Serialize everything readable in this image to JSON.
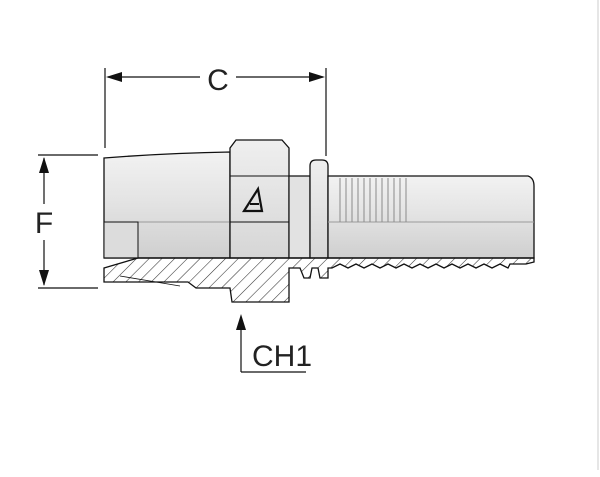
{
  "labels": {
    "c": "C",
    "f": "F",
    "ch1": "CH1"
  },
  "colors": {
    "line": "#111111",
    "body_light": "#e9e9e9",
    "body_mid": "#d2d2d2",
    "body_dark": "#bdbdbd",
    "section_fill": "#ffffff",
    "hatch": "#333333"
  },
  "logo": "brand-triangle-mark"
}
